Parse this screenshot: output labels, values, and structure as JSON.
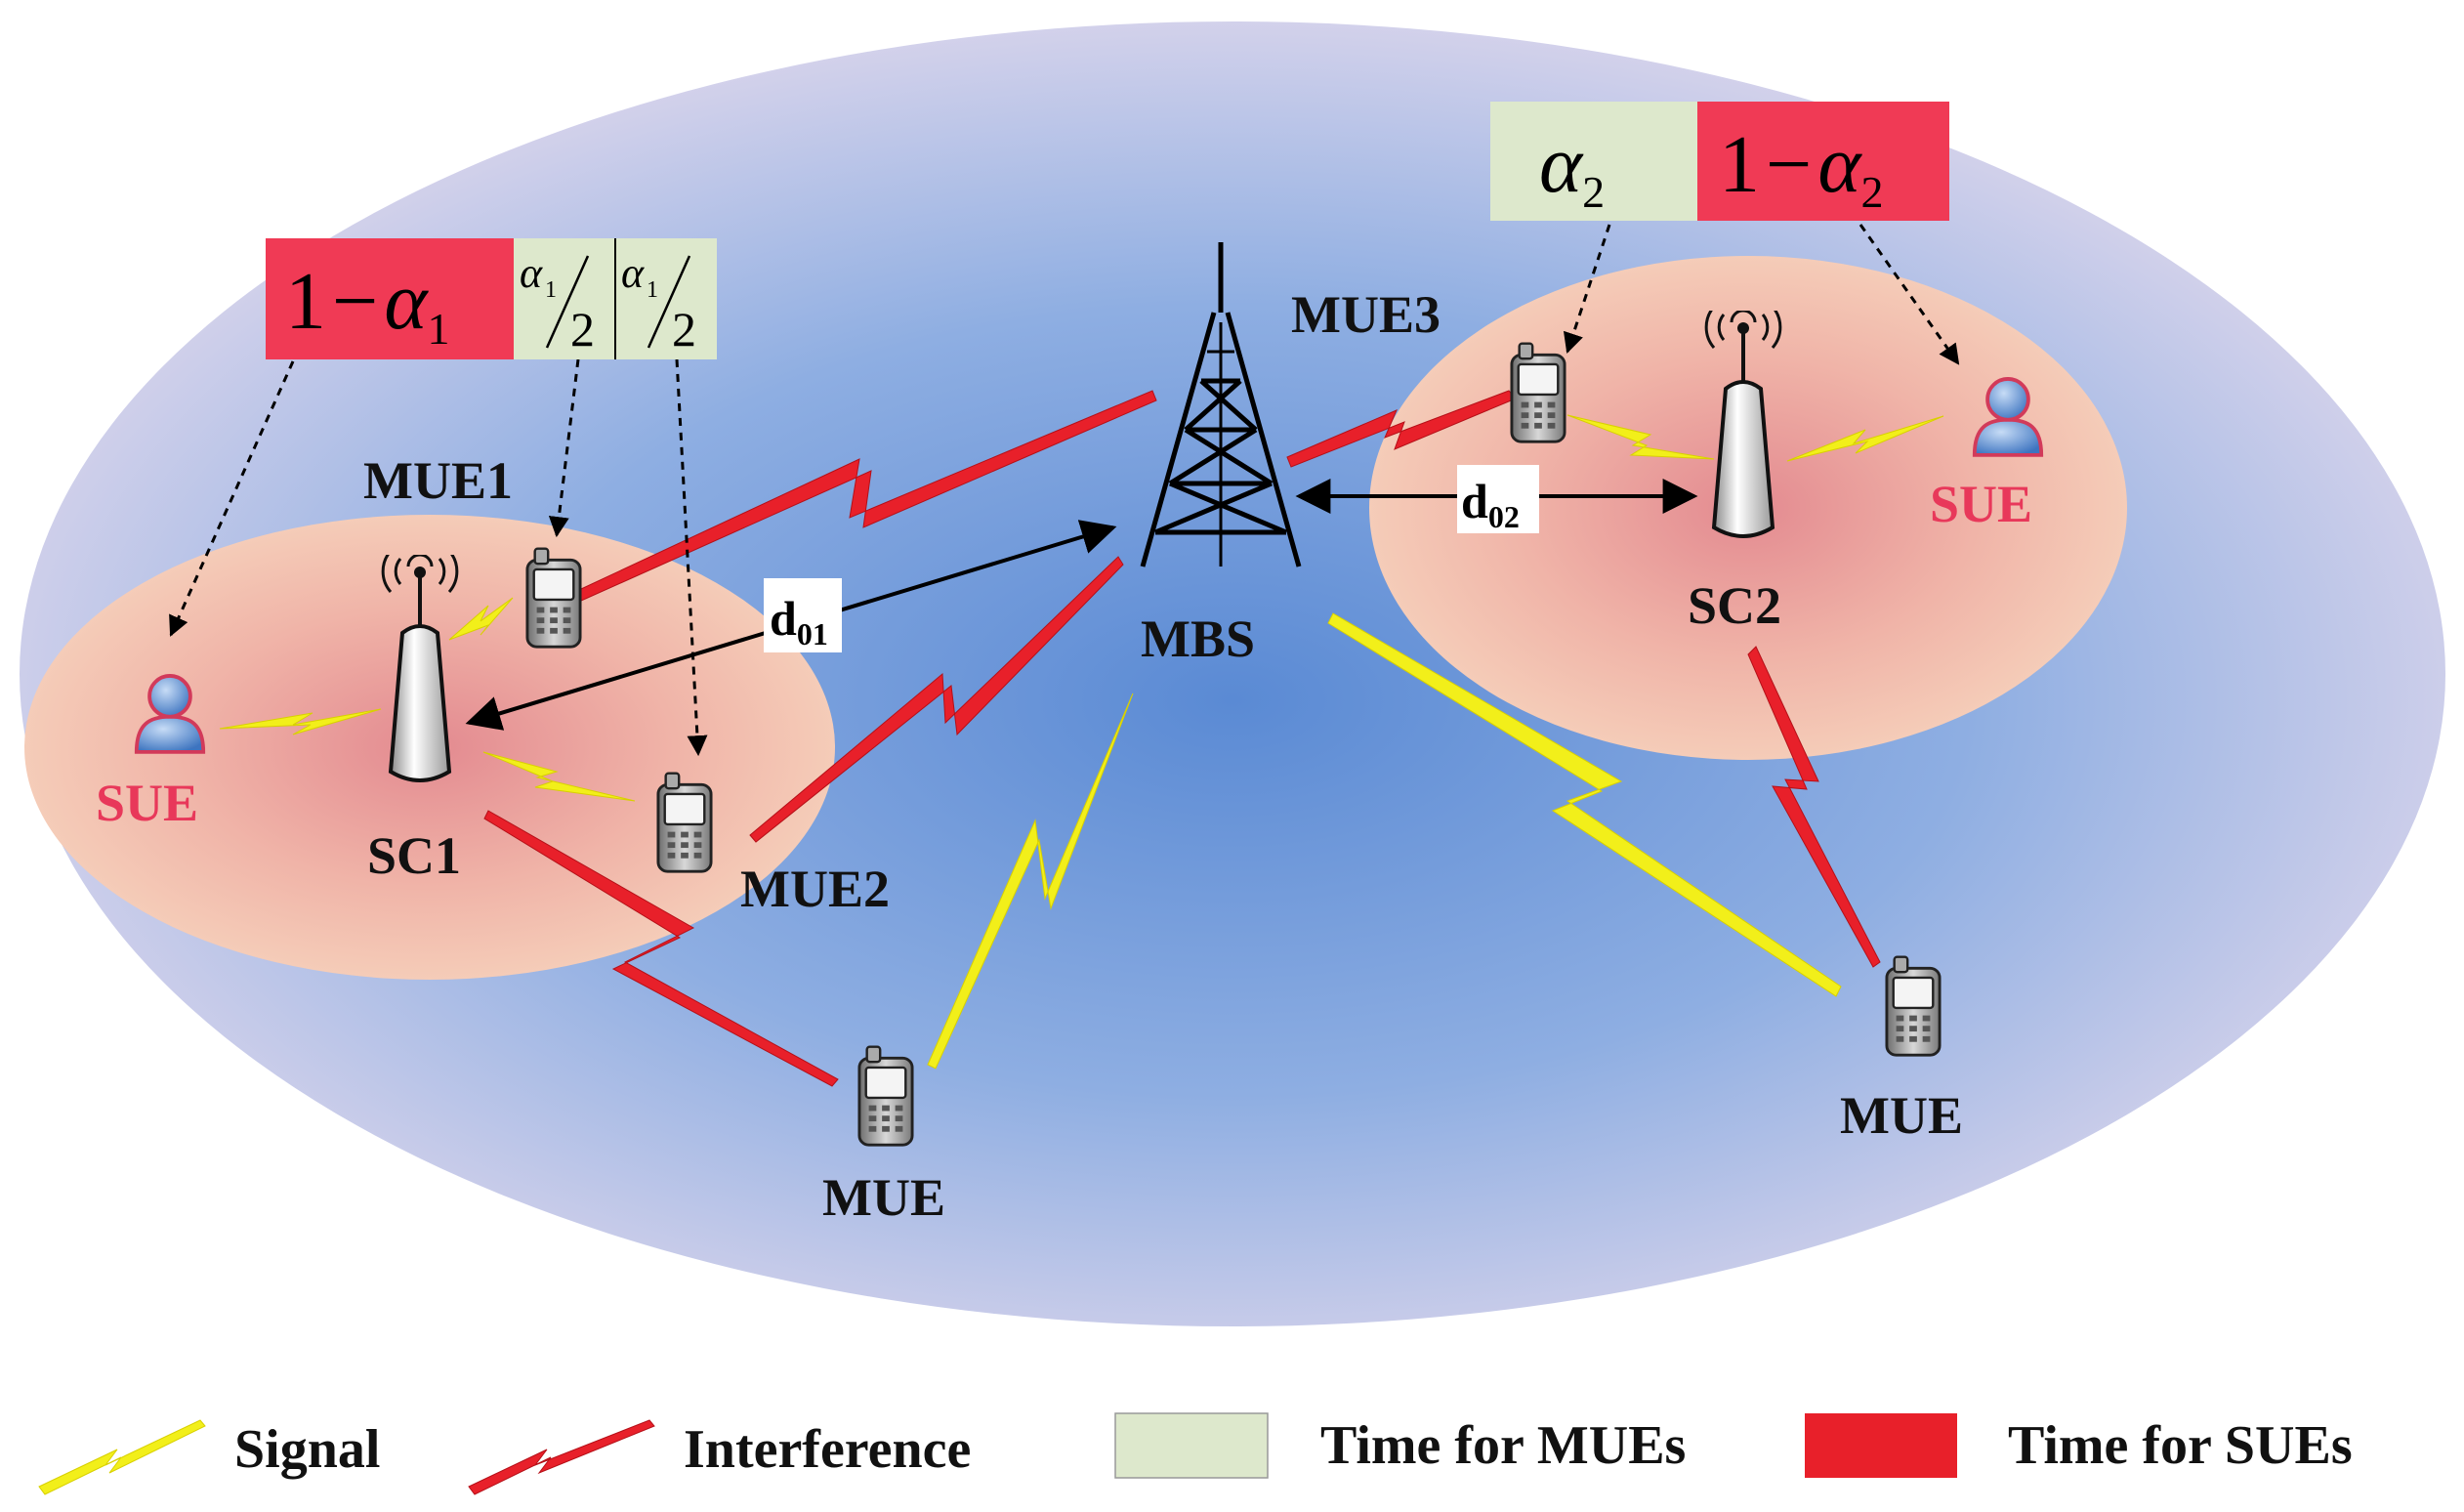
{
  "colors": {
    "signal": "#f2ef1a",
    "interference": "#e8202a",
    "mue_time": "#dde8cc",
    "sue_time": "#f03a55",
    "sue_text": "#e8385a",
    "outer_cell_edge": "#d4d0ea",
    "outer_cell_center": "#5a8ad4",
    "small_cell": "#f0c0b0"
  },
  "nodes": {
    "mbs": "MBS",
    "sc1": "SC1",
    "sc2": "SC2",
    "mue1": "MUE1",
    "mue2": "MUE2",
    "mue3": "MUE3",
    "mue_bottom_left": "MUE",
    "mue_bottom_right": "MUE",
    "sue_left": "SUE",
    "sue_right": "SUE"
  },
  "distances": {
    "d01_base": "d",
    "d01_sub": "01",
    "d02_base": "d",
    "d02_sub": "02"
  },
  "time_split_sc1": {
    "sue_one": "1",
    "sue_minus": "−",
    "sue_alpha": "α",
    "sue_sub": "1",
    "mue_alpha": "α",
    "mue_sub": "1",
    "mue_den": "2"
  },
  "time_split_sc2": {
    "mue_alpha": "α",
    "mue_sub": "2",
    "sue_one": "1",
    "sue_minus": "−",
    "sue_alpha": "α",
    "sue_sub": "2"
  },
  "legend": {
    "signal": "Signal",
    "interference": "Interference",
    "mue_time": "Time for MUEs",
    "sue_time": "Time for SUEs"
  },
  "icons": {
    "tower": "tower-icon",
    "small_cell": "small-cell-antenna-icon",
    "phone": "mobile-phone-icon",
    "user": "user-icon"
  }
}
